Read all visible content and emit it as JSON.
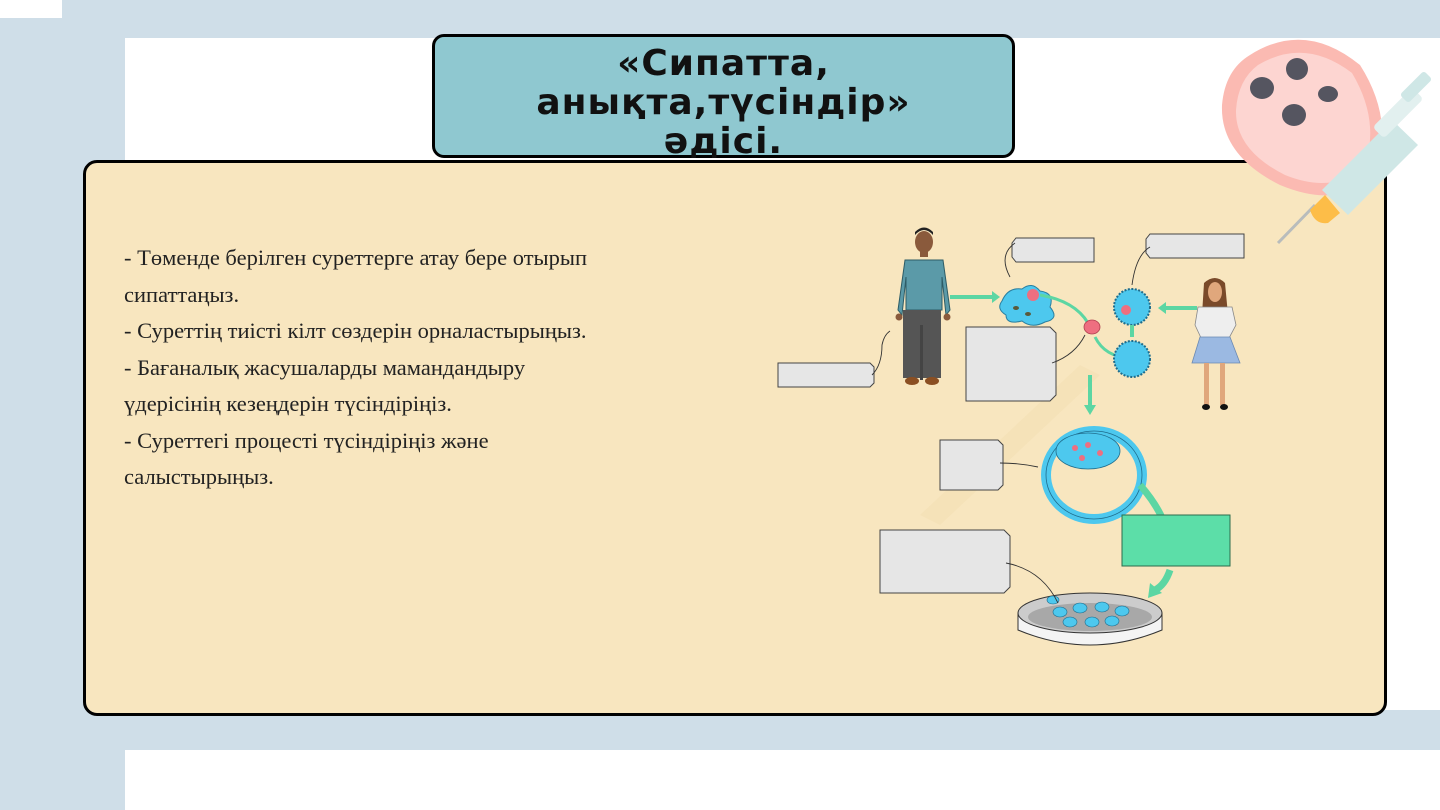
{
  "slide": {
    "title_lines": [
      "«Сипатта,",
      "анықта,түсіндір»",
      "әдісі."
    ],
    "instructions": [
      "- Төменде берілген суреттерге атау бере отырып",
      "сипаттаңыз.",
      "- Суреттің тиісті кілт сөздерін орналастырыңыз.",
      "- Бағаналық жасушаларды мамандандыру",
      "үдерісінің кезеңдерін түсіндіріңіз.",
      "- Суреттегі процесті түсіндіріңіз және",
      "салыстырыңыз."
    ]
  },
  "diagram": {
    "blank_labels": [
      "label-man",
      "label-sperm-cell",
      "label-egg",
      "label-zygote",
      "label-blastocyst",
      "label-cell-culture"
    ],
    "green_box": {
      "text": ""
    },
    "figures": [
      "man-figure",
      "woman-figure",
      "sperm-cell",
      "egg-cell",
      "zygote",
      "blastocyst",
      "petri-dish"
    ]
  },
  "colors": {
    "background_blue": "#cfdee8",
    "panel": "#f8e6bf",
    "title_box": "#8fc8d0",
    "green_arrow": "#5cd6a3",
    "cell_blue": "#4dc8ee",
    "nucleus_pink": "#ee6f80"
  },
  "decoration": {
    "icon": "cell-syringe-icon"
  }
}
